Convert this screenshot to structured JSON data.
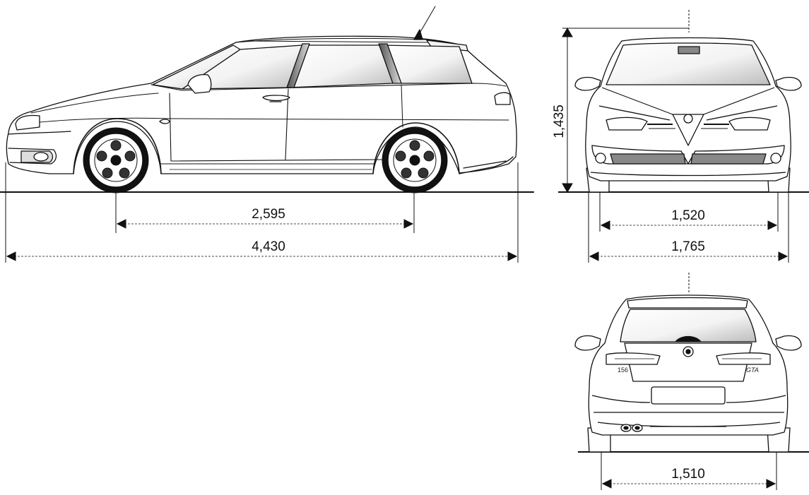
{
  "dimensions": {
    "wheelbase": "2,595",
    "length": "4,430",
    "height": "1,435",
    "front_track": "1,520",
    "width": "1,765",
    "rear_track": "1,510"
  },
  "rear_badges": {
    "model": "156",
    "trim": "GTA"
  },
  "colors": {
    "line": "#111111",
    "background": "#ffffff",
    "window_shade": "#bdbdbd"
  }
}
